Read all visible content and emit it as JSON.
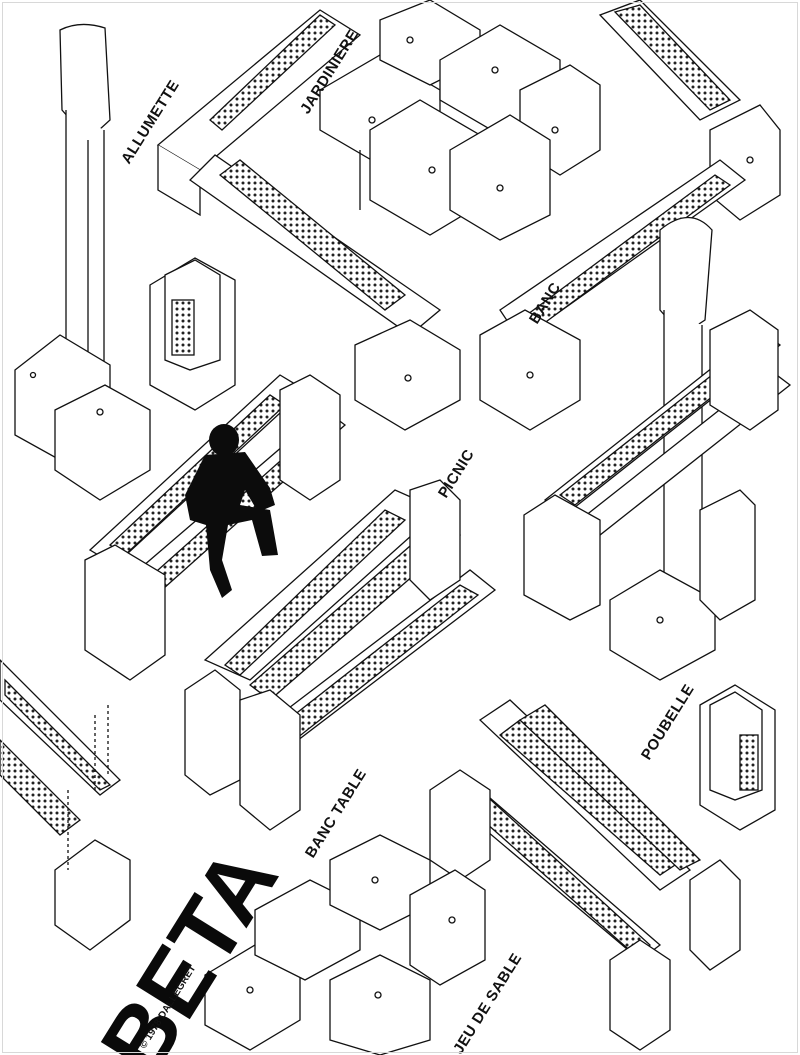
{
  "poster": {
    "brand": "BETA",
    "copyright": "© 1978 DALLEGRET",
    "ink_color": "#111111",
    "paper_color": "#ffffff"
  },
  "labels": {
    "allumette": "ALLUMETTE",
    "jardiniere": "JARDINIERE",
    "banc": "BANC",
    "picnic": "PICNIC",
    "poubelle": "POUBELLE",
    "banc_table": "BANC TABLE",
    "jeu_de_sable": "JEU DE SABLE"
  },
  "figure": {
    "description_icon": "seated-person-silhouette"
  }
}
